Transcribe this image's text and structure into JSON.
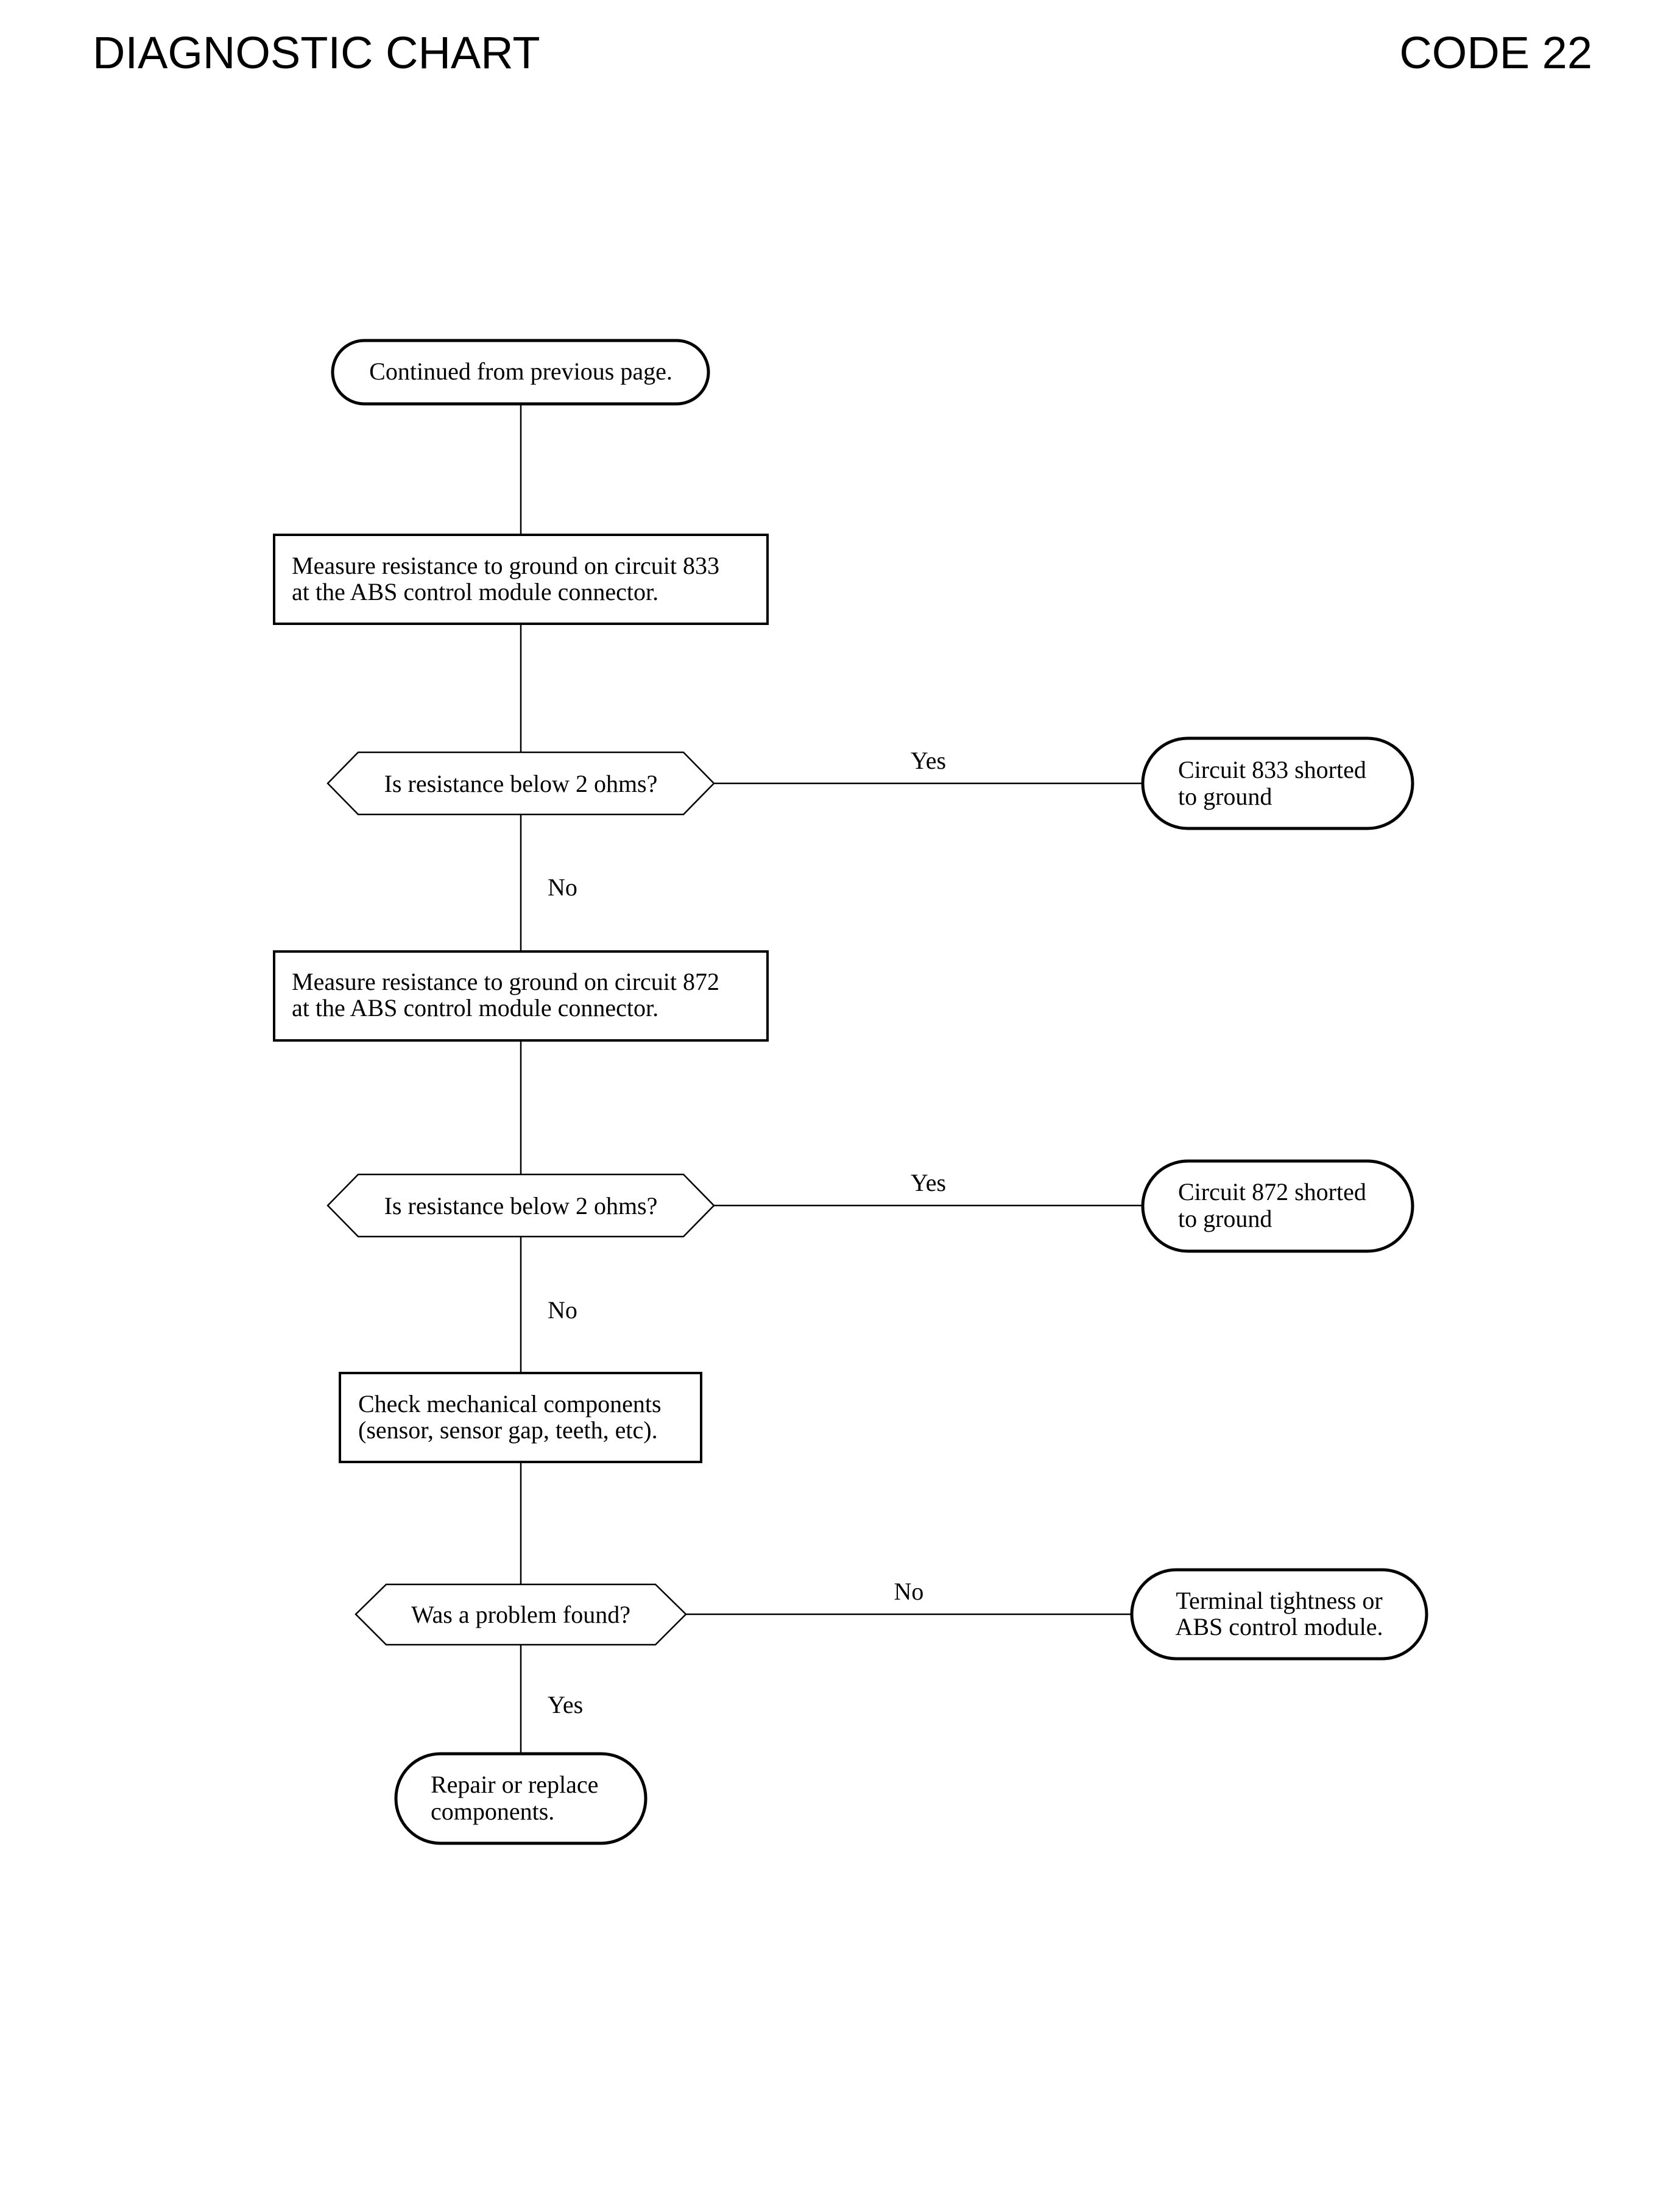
{
  "header": {
    "title": "DIAGNOSTIC CHART",
    "code": "CODE 22"
  },
  "flowchart": {
    "start": {
      "text": "Continued from previous page."
    },
    "step1": {
      "line1": "Measure resistance to ground on circuit 833",
      "line2": "at the ABS control module connector."
    },
    "decision1": {
      "text": "Is resistance below 2 ohms?",
      "yes_label": "Yes",
      "no_label": "No"
    },
    "result1": {
      "line1": "Circuit 833 shorted",
      "line2": "to ground"
    },
    "step2": {
      "line1": "Measure resistance to ground on circuit 872",
      "line2": "at the ABS control module connector."
    },
    "decision2": {
      "text": "Is resistance below 2 ohms?",
      "yes_label": "Yes",
      "no_label": "No"
    },
    "result2": {
      "line1": "Circuit 872 shorted",
      "line2": "to ground"
    },
    "step3": {
      "line1": "Check mechanical components",
      "line2": "(sensor, sensor gap, teeth, etc)."
    },
    "decision3": {
      "text": "Was a problem found?",
      "no_label": "No",
      "yes_label": "Yes"
    },
    "result3": {
      "line1": "Terminal tightness or",
      "line2": "ABS control module."
    },
    "end": {
      "line1": "Repair or replace",
      "line2": "components."
    }
  }
}
